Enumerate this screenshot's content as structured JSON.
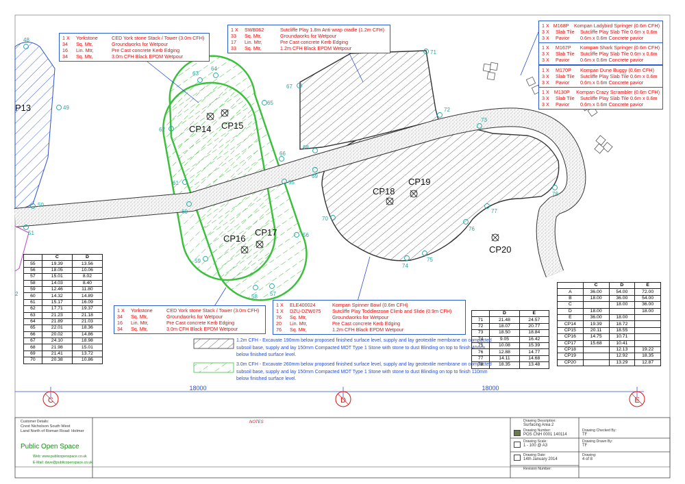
{
  "points": {
    "p48": "48",
    "p49": "49",
    "p50": "50",
    "p51": "51",
    "p63": "63",
    "p64": "64",
    "p65": "65",
    "p62": "62",
    "p61": "61",
    "p60": "60",
    "p66": "66",
    "p55": "55",
    "p56": "56",
    "p57": "57",
    "p58": "58",
    "p59": "59",
    "p67": "67",
    "p71": "71",
    "p72": "72",
    "p73": "73",
    "p68": "68",
    "p69": "69",
    "p70": "70",
    "p74": "74",
    "p75": "75",
    "p76": "76",
    "p77": "77",
    "p78": "78",
    "cp13": "P13",
    "cp14": "CP14",
    "cp15": "CP15",
    "cp16": "CP16",
    "cp17": "CP17",
    "cp18": "CP18",
    "cp19": "CP19",
    "cp20": "CP20",
    "p2": "2",
    "grid_c": "C",
    "grid_d": "D",
    "grid_e": "E",
    "dim1": "18000",
    "dim2": "18000"
  },
  "notes": {
    "n1": [
      {
        "q": "1 X",
        "u": "Yorkstone",
        "d": "CED York stone Stack / Tower (3.0m CFH)"
      },
      {
        "q": "34",
        "u": "Sq. Mtr,",
        "d": "Groundworks for Wetpour"
      },
      {
        "q": "16",
        "u": "Lin. Mtr,",
        "d": "Pre Cast concrete Kerb Edging"
      },
      {
        "q": "34",
        "u": "Sq. Mtr,",
        "d": "3.0m CFH Black EPDM Wetpour"
      }
    ],
    "n2": [
      {
        "q": "1 X",
        "u": "SWB062",
        "d": "Sutcliffe Play 1.8m Anti wrap cradle (1.2m CFH)"
      },
      {
        "q": "33",
        "u": "Sq. Mtr,",
        "d": "Groundworks for Wetpour"
      },
      {
        "q": "17",
        "u": "Lin. Mtr,",
        "d": "Pre Cast concrete Kerb Edging"
      },
      {
        "q": "33",
        "u": "Sq. Mtr,",
        "d": "1.2m CFH Black EPDM Wetpour"
      }
    ],
    "n3": [
      {
        "q": "1 X",
        "u": "M168P",
        "d": "Kompan Ladybird Springer (0.6m CFH)"
      },
      {
        "q": "3 X",
        "u": "Slab Tile",
        "d": "Sutcliffe Play Slab Tile 0.6m x 0.6m"
      },
      {
        "q": "3 X",
        "u": "Pavior",
        "d": "0.6m x 0.6m Concrete pavior"
      }
    ],
    "n4": [
      {
        "q": "1 X",
        "u": "M167P",
        "d": "Kompan Shark Springer (0.6m CFH)"
      },
      {
        "q": "3 X",
        "u": "Slab Tile",
        "d": "Sutcliffe Play Slab Tile 0.6m x 0.6m"
      },
      {
        "q": "3 X",
        "u": "Pavior",
        "d": "0.6m x 0.6m Concrete pavior"
      }
    ],
    "n5": [
      {
        "q": "1 X",
        "u": "M170P",
        "d": "Kompan Dune Buggy (0.6m CFH)"
      },
      {
        "q": "3 X",
        "u": "Slab Tile",
        "d": "Sutcliffe Play Slab Tile 0.6m x 0.6m"
      },
      {
        "q": "3 X",
        "u": "Pavior",
        "d": "0.6m x 0.6m Concrete pavior"
      }
    ],
    "n6": [
      {
        "q": "1 X",
        "u": "M130P",
        "d": "Kompan Crazy Scrambler (0.6m CFH)"
      },
      {
        "q": "3 X",
        "u": "Slab Tile",
        "d": "Sutcliffe Play Slab Tile 0.6m x 0.6m"
      },
      {
        "q": "3 X",
        "u": "Pavior",
        "d": "0.6m x 0.6m Concrete pavior"
      }
    ],
    "n7": [
      {
        "q": "1 X",
        "u": "Yorkstone",
        "d": "CED York stone Stack / Tower (3.0m CFH)"
      },
      {
        "q": "34",
        "u": "Sq. Mtr,",
        "d": "Groundworks for Wetpour"
      },
      {
        "q": "16",
        "u": "Lin. Mtr,",
        "d": "Pre Cast concrete Kerb Edging"
      },
      {
        "q": "34",
        "u": "Sq. Mtr,",
        "d": "3.0m CFH Black EPDM Wetpour"
      }
    ],
    "n8": [
      {
        "q": "1 X",
        "u": "ELE400024",
        "d": "Kompan Spinner Bowl (0.6m CFH)"
      },
      {
        "q": "1 X",
        "u": "DZU-DZW075",
        "d": "Sutcliffe Play Toddlerzone Climb and Slide (0.9m CFH)"
      },
      {
        "q": "76",
        "u": "Sq. Mtr,",
        "d": "Groundworks for Wetpour"
      },
      {
        "q": "20",
        "u": "Lin. Mtr,",
        "d": "Pre Cast concrete Kerb Edging"
      },
      {
        "q": "76",
        "u": "Sq. Mtr,",
        "d": "1.2m CFH Black EPDM Wetpour"
      }
    ]
  },
  "table1": {
    "headers": [
      "",
      "C",
      "D"
    ],
    "rows": [
      [
        "55",
        "19.39",
        "13.56"
      ],
      [
        "56",
        "18.05",
        "10.06"
      ],
      [
        "57",
        "15.01",
        "8.02"
      ],
      [
        "58",
        "14.03",
        "8.40"
      ],
      [
        "59",
        "12.46",
        "11.80"
      ],
      [
        "60",
        "14.32",
        "14.89"
      ],
      [
        "61",
        "15.17",
        "16.09"
      ],
      [
        "62",
        "17.71",
        "19.37"
      ],
      [
        "63",
        "21.23",
        "21.18"
      ],
      [
        "64",
        "21.89",
        "21.03"
      ],
      [
        "65",
        "22.01",
        "18.36"
      ],
      [
        "66",
        "20.02",
        "14.86"
      ],
      [
        "67",
        "24.10",
        "18.98"
      ],
      [
        "68",
        "21.98",
        "15.01"
      ],
      [
        "69",
        "21.41",
        "13.72"
      ],
      [
        "70",
        "20.38",
        "10.86"
      ]
    ]
  },
  "table2": {
    "headers": [
      "",
      "D",
      "E"
    ],
    "rows": [
      [
        "71",
        "21.48",
        "24.57"
      ],
      [
        "72",
        "18.07",
        "20.77"
      ],
      [
        "73",
        "18.50",
        "18.84"
      ],
      [
        "74",
        "9.05",
        "16.42"
      ],
      [
        "75",
        "10.08",
        "15.39"
      ],
      [
        "76",
        "12.88",
        "14.77"
      ],
      [
        "77",
        "14.11",
        "14.68"
      ],
      [
        "78",
        "18.35",
        "13.48"
      ]
    ]
  },
  "table3": {
    "headers": [
      "",
      "C",
      "D",
      "E"
    ],
    "rows": [
      [
        "A",
        "36.00",
        "54.00",
        "72.00"
      ],
      [
        "B",
        "18.00",
        "36.00",
        "54.00"
      ],
      [
        "C",
        "",
        "18.00",
        "36.00"
      ],
      [
        "D",
        "18.00",
        "",
        "18.00"
      ],
      [
        "E",
        "36.00",
        "18.00",
        ""
      ],
      [
        "CP14",
        "19.39",
        "18.72",
        ""
      ],
      [
        "CP15",
        "20.11",
        "18.55",
        ""
      ],
      [
        "CP16",
        "14.75",
        "10.71",
        ""
      ],
      [
        "CP17",
        "15.68",
        "10.41",
        ""
      ],
      [
        "CP18",
        "",
        "12.13",
        "19.22"
      ],
      [
        "CP19",
        "",
        "12.92",
        "18.35"
      ],
      [
        "CP20",
        "",
        "13.29",
        "12.87"
      ]
    ]
  },
  "legend": {
    "l1": "1.2m CFH - Excavate 190mm below proposed finished surface level, supply and lay geotextile membrane on compacted subsoil base, supply and lay 150mm Compacted MOT Type 1 Stone with stone to dust Blinding on top to finish 40mm below finished surface level.",
    "l2": "3.0m CFH - Excavate 260mm below proposed finished surface level, supply and lay geotextile membrane on compacted subsoil base, supply and lay 150mm Compacted MOT Type 1 Stone with stone to dust Blinding on top to finish 110mm below finished surface level."
  },
  "titleblock": {
    "customer_label": "Customer Details:",
    "customer1": "Crest Nicholson South West",
    "customer2": "Land North of Roman Road: Holmer",
    "company": "Public Open Space",
    "web": "Web: www.publicopenspace.co.uk",
    "email": "E-Mail: dave@publicopenspace.co.uk",
    "notes_title": "NOTES",
    "desc_label": "Drawing Description:",
    "desc": "Surfacing Area 2",
    "num_label": "Drawing Number:",
    "num": "POS CNH 0001 140114",
    "scale_label": "Drawing Scale:",
    "scale": "1 - 100 @ A3",
    "date_label": "Drawing Date:",
    "date": "14th January 2014",
    "rev_label": "Revision Number:",
    "checked_label": "Drawing Checked By:",
    "checked": "TF",
    "drawn_label": "Drawing Drawn By:",
    "drawn": "TF",
    "sheet_label": "Drawing:",
    "sheet": "4 of 8"
  },
  "colors": {
    "green": "#3cbf3c",
    "grey": "#555555",
    "blue": "#2a4fd0",
    "red": "#e01010",
    "teal": "#20a8a0"
  }
}
